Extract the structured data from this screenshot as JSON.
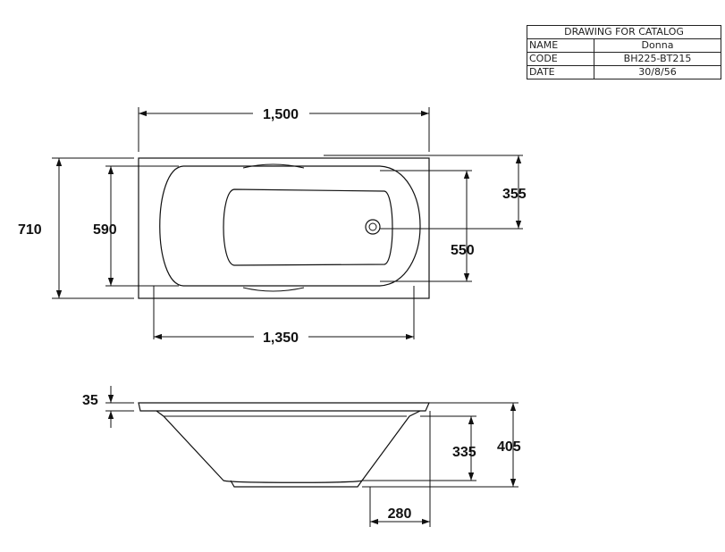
{
  "title_block": {
    "header": "DRAWING FOR CATALOG",
    "rows": [
      {
        "key": "NAME",
        "value": "Donna"
      },
      {
        "key": "CODE",
        "value": "BH225-BT215"
      },
      {
        "key": "DATE",
        "value": "30/8/56"
      }
    ]
  },
  "top_view": {
    "overall_length": "1,500",
    "overall_width": "710",
    "inner_width": "590",
    "inner_length": "1,350",
    "head_width": "550",
    "drain_offset": "355"
  },
  "side_view": {
    "rim_thickness": "35",
    "inner_depth": "335",
    "overall_height": "405",
    "foot_length": "280"
  }
}
